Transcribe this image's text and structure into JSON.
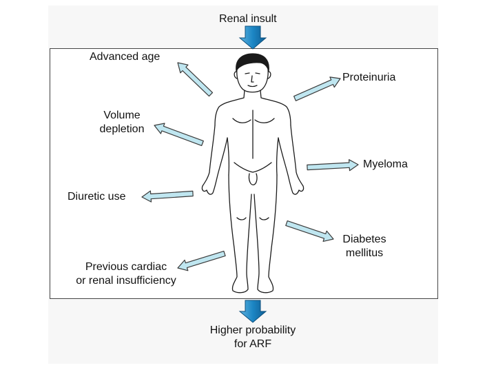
{
  "diagram": {
    "top_label": "Renal insult",
    "bottom_label_line1": "Higher probability",
    "bottom_label_line2": "for ARF",
    "left_factors": [
      {
        "line1": "Advanced age",
        "line2": ""
      },
      {
        "line1": "Volume",
        "line2": "depletion"
      },
      {
        "line1": "Diuretic use",
        "line2": ""
      },
      {
        "line1": "Previous cardiac",
        "line2": "or renal insufficiency"
      }
    ],
    "right_factors": [
      {
        "line1": "Proteinuria",
        "line2": ""
      },
      {
        "line1": "Myeloma",
        "line2": ""
      },
      {
        "line1": "Diabetes",
        "line2": "mellitus"
      }
    ],
    "colors": {
      "down_arrow": "#1c86c4",
      "side_arrow_fill": "#bfe6f0",
      "side_arrow_stroke": "#3a3a3a",
      "panel_border": "#444444"
    }
  }
}
